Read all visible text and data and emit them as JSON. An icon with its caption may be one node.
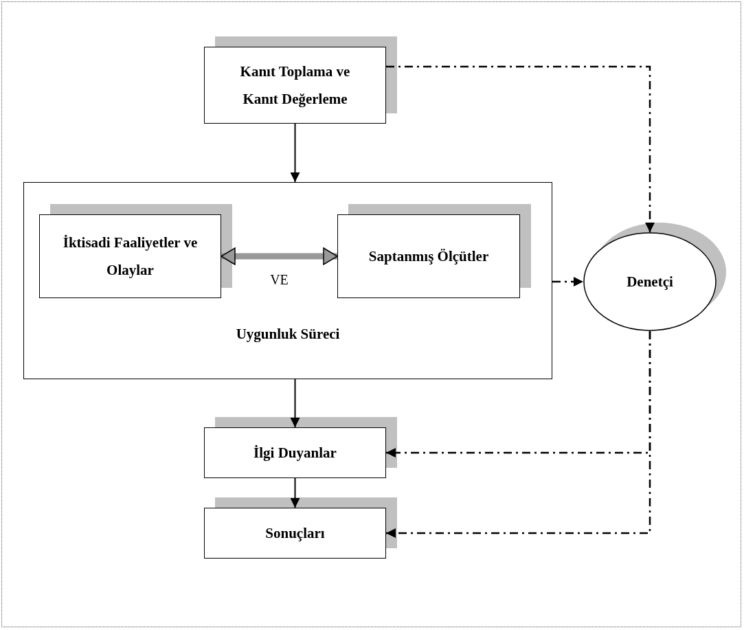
{
  "diagram": {
    "nodes": [
      {
        "text": [
          "Kanıt Toplama ve Kanıt Değerleme"
        ]
      },
      {
        "text": [
          "Uygunluk Süreci"
        ]
      },
      {
        "text": [
          "İktisadi Faaliyetler ve Olaylar"
        ],
        "in": 1
      },
      {
        "text": [
          "Saptanmış Ölçütler"
        ],
        "in": 1
      },
      {
        "text": [
          "Denetçi"
        ]
      },
      {
        "text": [
          "İlgi Duyanlar"
        ]
      },
      {
        "text": [
          "Sonuçları"
        ]
      }
    ],
    "edges": [
      {
        "from": 0,
        "to": 1,
        "arrow": "to"
      },
      {
        "from": 2,
        "to": 3,
        "arrow": "both",
        "label": "VE",
        "style": "thick",
        "color": "#999999"
      },
      {
        "from": 0,
        "to": 4,
        "arrow": "to",
        "style": "dashed"
      },
      {
        "from": 1,
        "to": 4,
        "arrow": "to",
        "style": "dashed"
      },
      {
        "from": 1,
        "to": 5,
        "arrow": "to"
      },
      {
        "from": 4,
        "to": 5,
        "arrow": "to",
        "style": "dashed"
      },
      {
        "from": 4,
        "to": 6,
        "arrow": "to",
        "style": "dashed"
      },
      {
        "from": 5,
        "to": 6,
        "arrow": "to"
      }
    ]
  }
}
